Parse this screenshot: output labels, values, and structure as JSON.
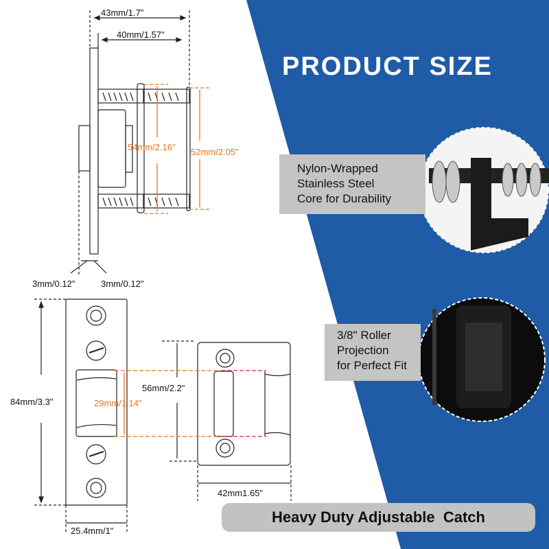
{
  "title": "PRODUCT SIZE",
  "colors": {
    "brand_blue": "#1f5ba6",
    "accent_orange": "#e8741f",
    "label_gray": "#c4c4c4"
  },
  "side_view": {
    "overall_depth": "43mm/1.7\"",
    "body_depth": "40mm/1.57\"",
    "flange_height": "54mm/2.16\"",
    "body_height": "52mm/2.05\"",
    "thickness_left": "3mm/0.12\"",
    "thickness_right": "3mm/0.12\""
  },
  "front_view": {
    "plate_height": "84mm/3.3\"",
    "plate_width": "25.4mm/1\"",
    "roller_height": "29mm/1.14\""
  },
  "strike_plate": {
    "height": "56mm/2.2\"",
    "width": "42mm1.65\""
  },
  "features": [
    {
      "lines": [
        "Nylon-Wrapped",
        "Stainless Steel",
        "Core for Durability"
      ],
      "icon": "spring-closeup-photo"
    },
    {
      "lines": [
        "3/8\" Roller",
        "Projection",
        "for Perfect Fit"
      ],
      "icon": "roller-closeup-photo"
    }
  ],
  "banner": "Heavy Duty Adjustable  Catch"
}
